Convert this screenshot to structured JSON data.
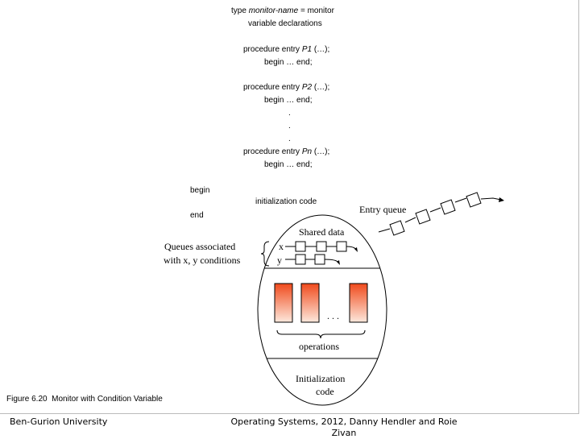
{
  "code": {
    "type_kw": "type",
    "monitor_name": "monitor-name",
    "eq_monitor": "= monitor",
    "var_decl": "variable declarations",
    "proc_kw": "procedure entry",
    "p1_name": "P1",
    "p2_name": "P2",
    "pn_name": "Pn",
    "proc_args": "(…);",
    "proc_body": "begin … end;",
    "dot": ".",
    "begin": "begin",
    "init_code": "initialization code",
    "end": "end"
  },
  "diagram": {
    "entry_queue": "Entry queue",
    "shared_data": "Shared data",
    "queues_line1": "Queues associated",
    "queues_line2": "with x, y conditions",
    "cond_x": "x",
    "cond_y": "y",
    "ellipsis": ". . .",
    "operations": "operations",
    "init_line1": "Initialization",
    "init_line2": "code",
    "caption": "Figure 6.20  Monitor with Condition Variable",
    "colors": {
      "operation_fill_top": "#f04a1c",
      "operation_fill_bottom": "#fde8dc"
    }
  },
  "footer": {
    "left": "Ben-Gurion University",
    "right_line1": "Operating Systems, 2012, Danny Hendler and Roie",
    "right_line2": "Zivan"
  }
}
